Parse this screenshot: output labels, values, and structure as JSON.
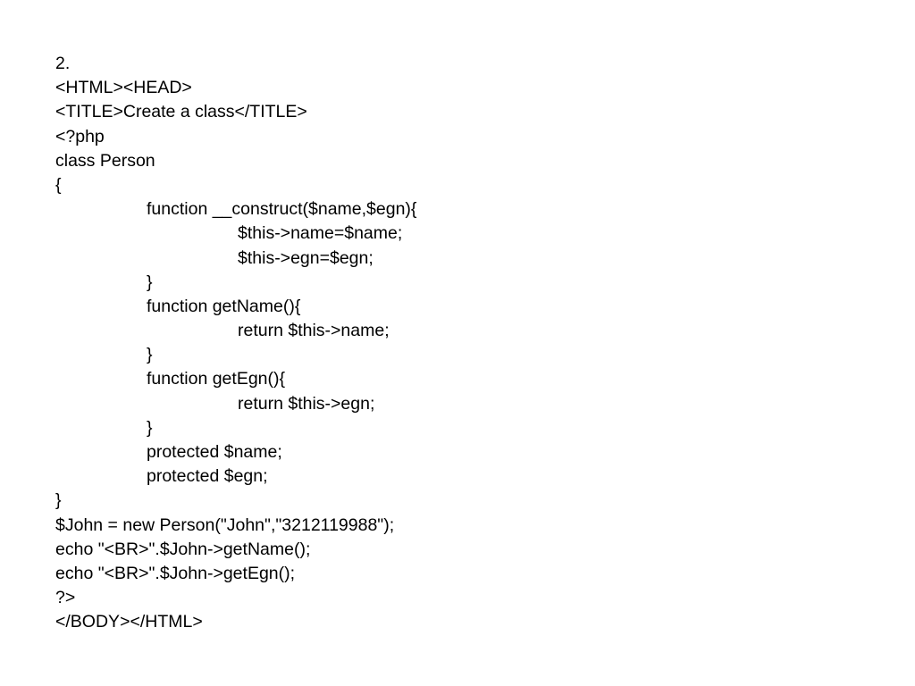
{
  "slide": {
    "lines": [
      "2.",
      "<HTML><HEAD>",
      "<TITLE>Create a class</TITLE>",
      "<?php",
      "class Person",
      "{",
      "function __construct($name,$egn){",
      "$this->name=$name;",
      "$this->egn=$egn;",
      "}",
      "function getName(){",
      "return $this->name;",
      "}",
      "function getEgn(){",
      "return $this->egn;",
      "}",
      "protected $name;",
      "protected $egn;",
      "}",
      "$John = new Person(\"John\",\"3212119988\");",
      "echo \"<BR>\".$John->getName();",
      "echo \"<BR>\".$John->getEgn();",
      "?>",
      "</BODY></HTML>"
    ]
  }
}
